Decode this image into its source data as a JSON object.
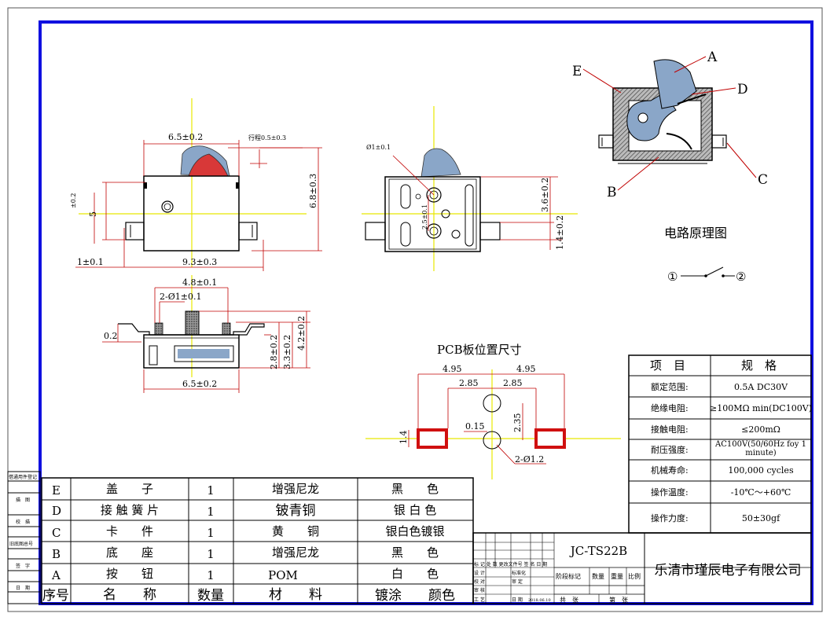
{
  "drawing": {
    "dims": {
      "w65_top": "6.5±0.2",
      "stroke": "行程0.5±0.3",
      "h5": "5",
      "tol_left": "±0.2",
      "h68": "6.8±0.3",
      "d1": "1±0.1",
      "w93": "9.3±0.3",
      "phi1": "Ø1±0.1",
      "v25": "2.5±0.1",
      "v36": "3.6±0.2",
      "v14": "1.4±0.2",
      "w48": "4.8±0.1",
      "holes2": "2-Ø1±0.1",
      "t02": "0.2",
      "h28": "2.8±0.2",
      "h33": "3.3±0.2",
      "h42": "4.2±0.2",
      "w65_bot": "6.5±0.2"
    },
    "pcb": {
      "title": "PCB板位置尺寸",
      "d495a": "4.95",
      "d495b": "4.95",
      "d285a": "2.85",
      "d285b": "2.85",
      "d235": "2.35",
      "d015": "0.15",
      "d14": "1.4",
      "holes": "2-Ø1.2"
    },
    "iso": {
      "A": "A",
      "B": "B",
      "C": "C",
      "D": "D",
      "E": "E"
    },
    "circuit": {
      "title": "电路原理图",
      "n1": "①",
      "n2": "②"
    }
  },
  "specs": {
    "header": [
      "项　目",
      "规　格"
    ],
    "rows": [
      {
        "item": "额定范围:",
        "value": "0.5A DC30V"
      },
      {
        "item": "绝缘电阻:",
        "value": "≥100MΩ min(DC100V)"
      },
      {
        "item": "接触电阻:",
        "value": "≤200mΩ"
      },
      {
        "item": "耐压强度:",
        "value": "AC100V(50/60Hz foy 1 minute)"
      },
      {
        "item": "机械寿命:",
        "value": "100,000 cycles"
      },
      {
        "item": "操作温度:",
        "value": "-10℃～+60℃"
      },
      {
        "item": "操作力度:",
        "value": "50±30gf"
      }
    ]
  },
  "bom": {
    "rows": [
      {
        "id": "E",
        "name": "盖　　子",
        "qty": "1",
        "material": "增强尼龙",
        "finish": "黑　　色"
      },
      {
        "id": "D",
        "name": "接 触 簧 片",
        "qty": "1",
        "material": "铍青铜",
        "finish": "银 白 色"
      },
      {
        "id": "C",
        "name": "卡　　件",
        "qty": "1",
        "material": "黄　　铜",
        "finish": "银白色镀银"
      },
      {
        "id": "B",
        "name": "底　　座",
        "qty": "1",
        "material": "增强尼龙",
        "finish": "黑　　色"
      },
      {
        "id": "A",
        "name": "按　　钮",
        "qty": "1",
        "material": "POM",
        "finish": "白　　色"
      }
    ],
    "header": {
      "id": "序号",
      "name": "名　　称",
      "qty": "数量",
      "material": "材　　料",
      "finish": "镀涂　　颜色"
    }
  },
  "side_labels": [
    "借通用件登记",
    "描　图",
    "校　描",
    "旧底图总号",
    "签　字",
    "日　期"
  ],
  "title_block": {
    "part_no": "JC-TS22B",
    "company": "乐清市瑾辰电子有限公司",
    "stage_label": "阶段标记",
    "weight_label": "数量",
    "mass_label": "重量",
    "scale_label": "比例",
    "total_label": "共　张",
    "page_label": "第　张",
    "rev_cols": "标 记 处 数 更改文件号 签 名 日 期",
    "design": "设 计",
    "check": "校 对",
    "review": "审 核",
    "process": "工 艺",
    "std": "标准化",
    "approve": "审 定",
    "date_label": "日 期",
    "date_value": "2018.06.10"
  },
  "colors": {
    "frame_blue": "#1010e0",
    "button_blue": "#8aa6c8",
    "button_red": "#d83838",
    "pad_red": "#d01010",
    "center_yellow": "#e8e800"
  }
}
